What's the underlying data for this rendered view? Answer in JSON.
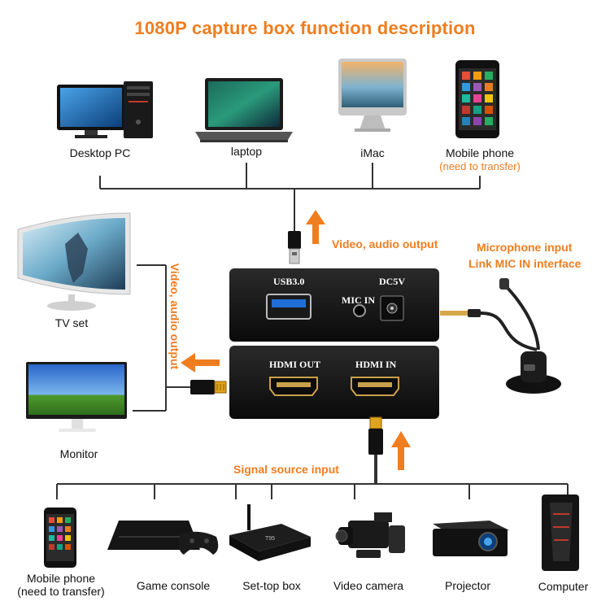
{
  "title": "1080P capture box function description",
  "top_devices": [
    {
      "label": "Desktop PC",
      "icon": "desktop-pc-icon"
    },
    {
      "label": "laptop",
      "icon": "laptop-icon"
    },
    {
      "label": "iMac",
      "icon": "imac-icon"
    },
    {
      "label": "Mobile phone",
      "note": "(need to transfer)",
      "icon": "mobile-phone-icon"
    }
  ],
  "left_devices": [
    {
      "label": "TV set",
      "icon": "tv-set-icon"
    },
    {
      "label": "Monitor",
      "icon": "monitor-icon"
    }
  ],
  "bottom_devices": [
    {
      "label": "Mobile phone",
      "label2": "(need to transfer)",
      "icon": "mobile-phone-icon"
    },
    {
      "label": "Game console",
      "icon": "game-console-icon"
    },
    {
      "label": "Set-top box",
      "icon": "set-top-box-icon"
    },
    {
      "label": "Video camera",
      "icon": "video-camera-icon"
    },
    {
      "label": "Projector",
      "icon": "projector-icon"
    },
    {
      "label": "Computer",
      "icon": "computer-tower-icon"
    }
  ],
  "annotations": {
    "usb_output": "Video, audio output",
    "hdmi_output": "Video, audio output",
    "mic_line1": "Microphone input",
    "mic_line2": "Link MIC IN interface",
    "signal_source": "Signal source input"
  },
  "box": {
    "usb_label": "USB3.0",
    "dc_label": "DC5V",
    "mic_label": "MIC IN",
    "hdmi_out_label": "HDMI OUT",
    "hdmi_in_label": "HDMI IN"
  },
  "colors": {
    "accent": "#f07d1f",
    "line": "#333333",
    "box": "#111111"
  }
}
